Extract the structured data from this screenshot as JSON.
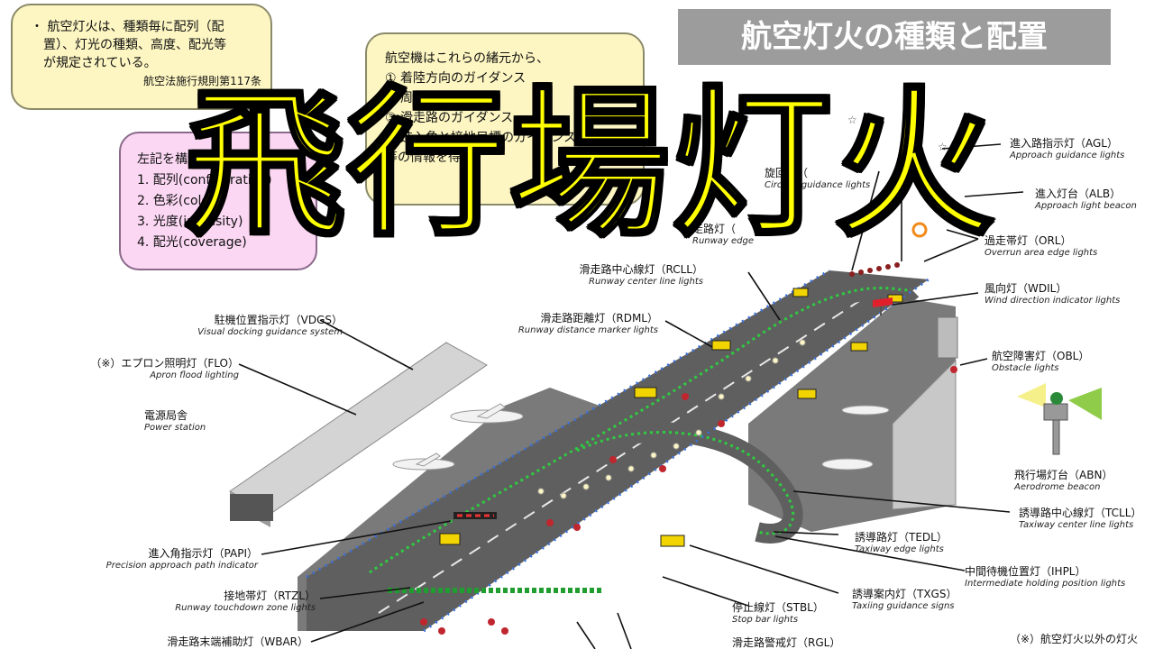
{
  "title": "航空灯火の種類と配置",
  "overlay_title": "飛行場灯火",
  "note_top_left": {
    "lines": [
      "・ 航空灯火は、種類毎に配列（配",
      "置）、灯光の種類、高度、配光等",
      "が規定されている。"
    ],
    "source": "航空法施行規則第117条"
  },
  "note_center": {
    "lines": [
      "航空機はこれらの緒元から、",
      "① 着陸方向のガイダンス",
      "② 周回のガイダンス",
      "③ 滑走路のガイダンス",
      "④ 進入角と接地目標のガイダンス",
      "等の情報を得る。"
    ]
  },
  "note_pink": {
    "lines": [
      "左記を構成する緒元",
      "1. 配列(configuration)",
      "2. 色彩(color)",
      "3. 光度(intensity)",
      "4. 配光(coverage)"
    ]
  },
  "labels": {
    "agl": {
      "jp": "進入路指示灯（AGL）",
      "en": "Approach guidance lights"
    },
    "alb": {
      "jp": "進入灯台（ALB）",
      "en": "Approach light beacon"
    },
    "orl": {
      "jp": "過走帯灯（ORL）",
      "en": "Overrun area edge lights"
    },
    "wdil": {
      "jp": "風向灯（WDIL）",
      "en": "Wind direction indicator lights"
    },
    "obl": {
      "jp": "航空障害灯（OBL）",
      "en": "Obstacle lights"
    },
    "abn": {
      "jp": "飛行場灯台（ABN）",
      "en": "Aerodrome beacon"
    },
    "tcll": {
      "jp": "誘導路中心線灯（TCLL）",
      "en": "Taxiway center line lights"
    },
    "tedl": {
      "jp": "誘導路灯（TEDL）",
      "en": "Taxiway edge lights"
    },
    "ihpl": {
      "jp": "中間待機位置灯（IHPL）",
      "en": "Intermediate holding position lights"
    },
    "txgs": {
      "jp": "誘導案内灯（TXGS）",
      "en": "Taxiing guidance signs"
    },
    "stbl": {
      "jp": "停止線灯（STBL）",
      "en": "Stop bar lights"
    },
    "rgl": {
      "jp": "滑走路警戒灯（RGL）",
      "en": ""
    },
    "circling": {
      "jp": "旋回灯（",
      "en": "Circling guidance lights"
    },
    "redl": {
      "jp": "走路灯（",
      "en": "Runway edge"
    },
    "rcll": {
      "jp": "滑走路中心線灯（RCLL）",
      "en": "Runway center line lights"
    },
    "rdml": {
      "jp": "滑走路距離灯（RDML）",
      "en": "Runway distance marker lights"
    },
    "vdgs": {
      "jp": "駐機位置指示灯（VDGS）",
      "en": "Visual docking guidance system"
    },
    "flo": {
      "jp": "（※）エプロン照明灯（FLO）",
      "en": "Apron flood lighting"
    },
    "power": {
      "jp": "電源局舎",
      "en": "Power station"
    },
    "papi": {
      "jp": "進入角指示灯（PAPI）",
      "en": "Precision approach path indicator"
    },
    "rtzl": {
      "jp": "接地帯灯（RTZL）",
      "en": "Runway touchdown zone lights"
    },
    "wbar": {
      "jp": "滑走路末端補助灯（WBAR）",
      "en": ""
    }
  },
  "footnote": "（※）航空灯火以外の灯火",
  "colors": {
    "title_bg": "#9c9c9c",
    "overlay_fill": "#ffff00",
    "note_bg": "#fdf6c2",
    "pink_bg": "#fbd7f3",
    "runway": "#6e6e6e",
    "taxi_light": "#2ecc40",
    "edge_light": "#3a6fd8",
    "sign": "#f2d400"
  }
}
